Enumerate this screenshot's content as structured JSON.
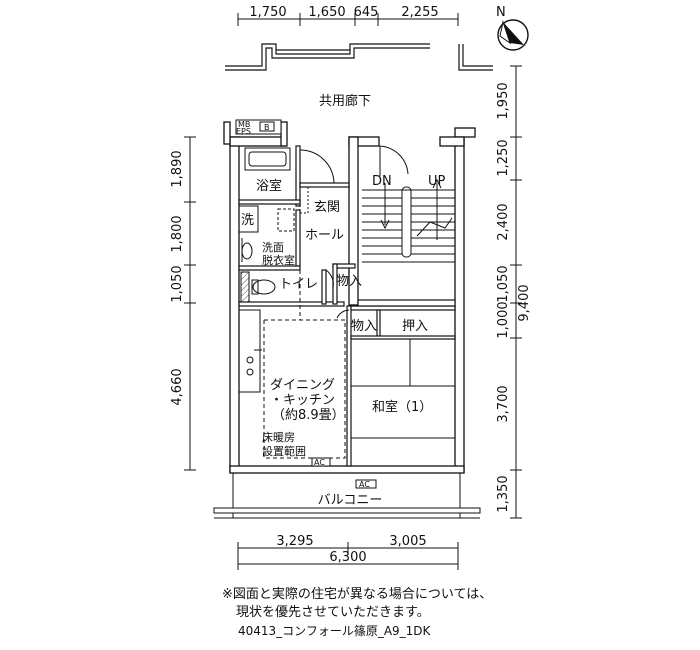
{
  "dimensions": {
    "top": [
      "1,750",
      "1,650",
      "645",
      "2,255"
    ],
    "left": [
      "1,890",
      "1,800",
      "1,050",
      "4,660"
    ],
    "right": [
      "1,950",
      "1,250",
      "2,400",
      "1,050",
      "9,400",
      "1,000",
      "3,700",
      "1,350"
    ],
    "bottom": [
      "3,295",
      "3,005",
      "6,300"
    ]
  },
  "rooms": {
    "corridor": "共用廊下",
    "mb": "MB",
    "eps": "EPS",
    "b_box": "B",
    "bath": "浴室",
    "wash": "洗",
    "washroom_line1": "洗面",
    "washroom_line2": "脱衣室",
    "toilet": "トイレ",
    "entrance": "玄関",
    "hall": "ホール",
    "storage_hall": "物入",
    "storage_washitsu": "物入",
    "oshiire": "押入",
    "dk_line1": "ダイニング",
    "dk_line2": "・キッチン",
    "dk_line3": "（約8.9畳）",
    "floor_heat_line1": "床暖房",
    "floor_heat_line2": "設置範囲",
    "washitsu": "和室（1）",
    "balcony": "バルコニー",
    "ac": "AC",
    "stair_dn": "DN",
    "stair_up": "UP",
    "north": "N"
  },
  "note": {
    "line1": "※図面と実際の住宅が異なる場合については、",
    "line2": "現状を優先させていただきます。"
  },
  "plan_code": "40413_コンフォール篠原_A9_1DK"
}
